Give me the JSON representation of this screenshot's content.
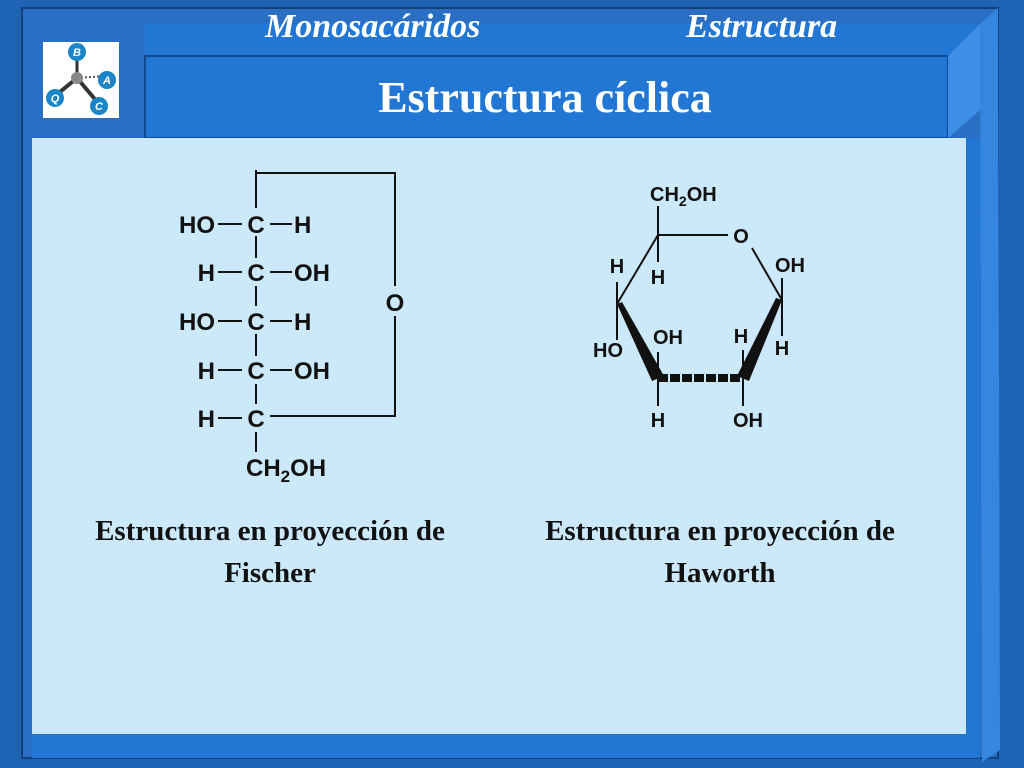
{
  "header": {
    "left_title": "Monosacáridos",
    "right_title": "Estructura"
  },
  "slide": {
    "title": "Estructura cíclica"
  },
  "logo": {
    "letters": [
      "B",
      "A",
      "C",
      "Q"
    ]
  },
  "fischer": {
    "rows": [
      {
        "left": "HO",
        "center": "C",
        "right": "H"
      },
      {
        "left": "H",
        "center": "C",
        "right": "OH"
      },
      {
        "left": "HO",
        "center": "C",
        "right": "H"
      },
      {
        "left": "H",
        "center": "C",
        "right": "OH"
      },
      {
        "left": "H",
        "center": "C",
        "right": ""
      }
    ],
    "ring_oxygen": "O",
    "bottom_group_main": "CH",
    "bottom_group_sub": "2",
    "bottom_group_end": "OH",
    "caption_line1": "Estructura en proyección de",
    "caption_line2": "Fischer"
  },
  "haworth": {
    "top_group_main": "CH",
    "top_group_sub": "2",
    "top_group_end": "OH",
    "ring_oxygen": "O",
    "labels": {
      "c1_up": "OH",
      "c1_down": "H",
      "c5_down": "H",
      "c4_up": "H",
      "c4_down": "HO",
      "c3_up": "OH",
      "c3_down": "H",
      "c2_up": "H",
      "c2_down": "OH"
    },
    "caption_line1": "Estructura en proyección de",
    "caption_line2": "Haworth"
  },
  "colors": {
    "frame_blue": "#1f64b4",
    "banner_blue": "#2277d4",
    "panel_light": "#cce9fb",
    "text": "#111111"
  }
}
